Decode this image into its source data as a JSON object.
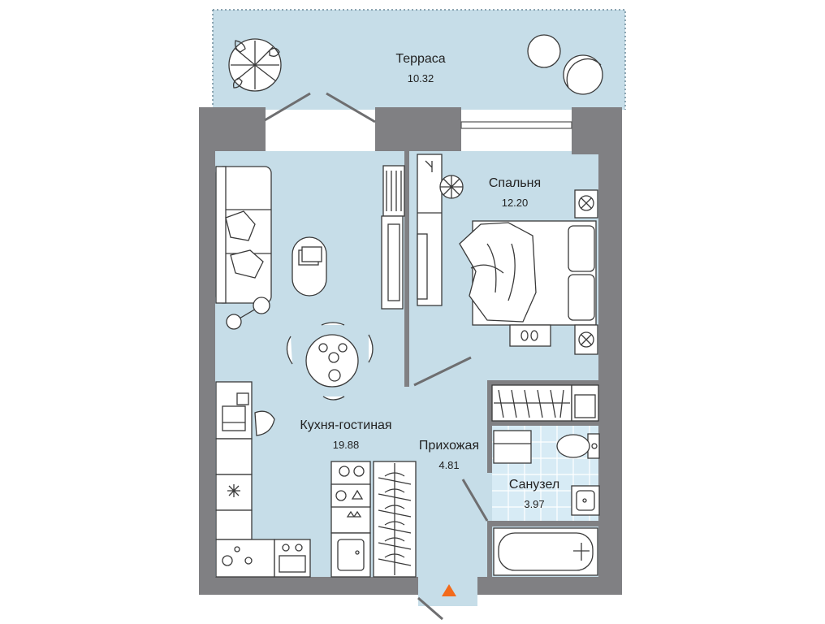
{
  "rooms": {
    "terrace": {
      "name": "Терраса",
      "area": "10.32"
    },
    "bedroom": {
      "name": "Спальня",
      "area": "12.20"
    },
    "living": {
      "name": "Кухня-гостиная",
      "area": "19.88"
    },
    "hall": {
      "name": "Прихожая",
      "area": "4.81"
    },
    "bathroom": {
      "name": "Санузел",
      "area": "3.97"
    }
  },
  "colors": {
    "floor": "#c6dde8",
    "wall": "#808083",
    "entrance_marker": "#f26a1b"
  },
  "icons": [
    "entrance-arrow-icon",
    "plant-icon",
    "chair-icon",
    "sofa-icon",
    "bed-icon",
    "dining-table-icon",
    "toilet-icon",
    "bathtub-icon",
    "sink-icon",
    "stove-icon",
    "washing-machine-icon"
  ]
}
